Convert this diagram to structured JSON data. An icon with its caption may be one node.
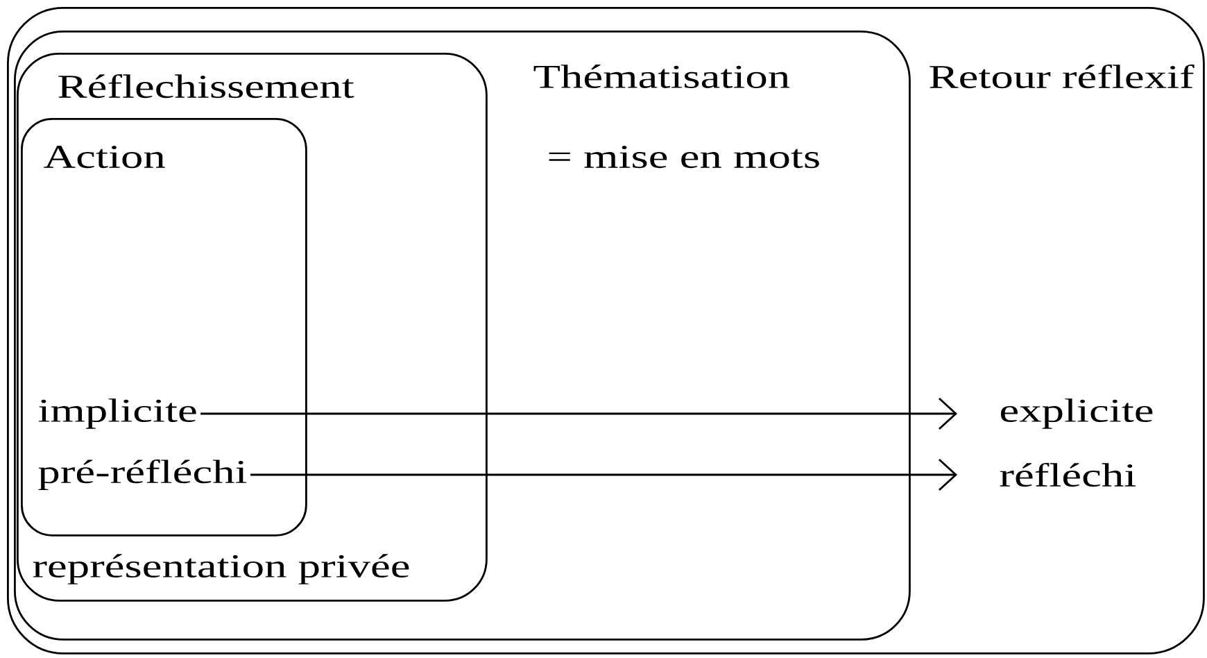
{
  "diagram": {
    "nodes": [
      {
        "text": [
          "Retour réflexif"
        ]
      },
      {
        "text": [
          "Thématisation",
          "= mise en mots"
        ],
        "in": 0
      },
      {
        "text": [
          "Réflechissement",
          "représentation privée"
        ],
        "in": 1
      },
      {
        "text": [
          "Action"
        ],
        "in": 2
      },
      {
        "text": [
          "implicite"
        ],
        "in": 3
      },
      {
        "text": [
          "pré-réfléchi"
        ],
        "in": 3
      },
      {
        "text": [
          "explicite"
        ],
        "in": 0
      },
      {
        "text": [
          "réfléchi"
        ],
        "in": 0
      }
    ],
    "edges": [
      {
        "from": 4,
        "to": 6,
        "arrow": "to"
      },
      {
        "from": 5,
        "to": 7,
        "arrow": "to"
      }
    ]
  }
}
